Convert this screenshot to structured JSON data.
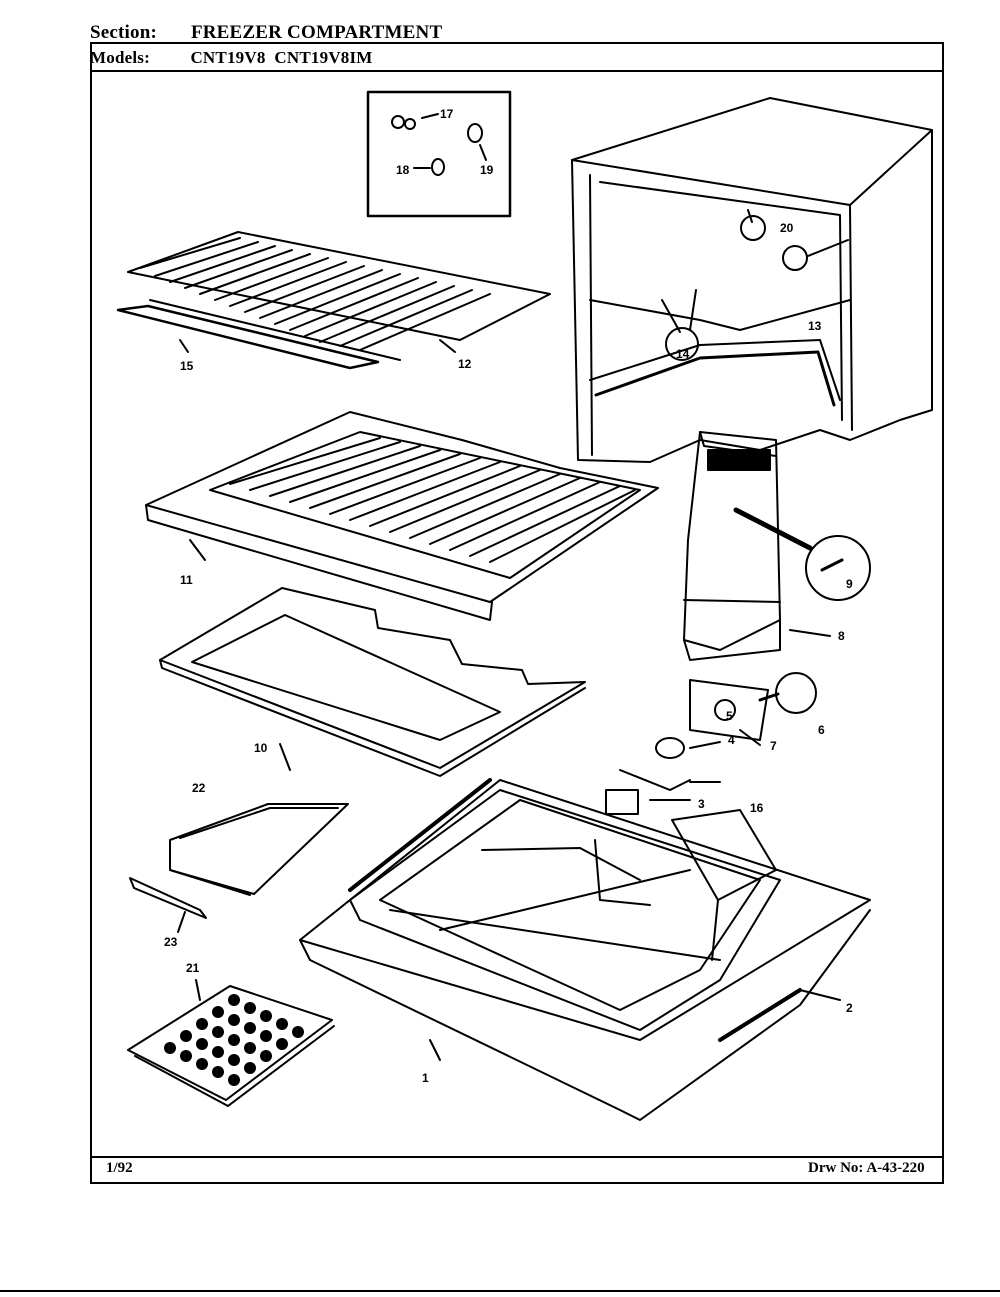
{
  "header": {
    "section_label": "Section:",
    "section_value": "FREEZER COMPARTMENT",
    "models_label": "Models:",
    "models_value": "CNT19V8  CNT19V8IM"
  },
  "footer": {
    "date": "1/92",
    "drawing_number": "Drw No: A-43-220"
  },
  "callouts": {
    "c1": "1",
    "c2": "2",
    "c3": "3",
    "c4": "4",
    "c5": "5",
    "c6": "6",
    "c7": "7",
    "c8": "8",
    "c9": "9",
    "c10": "10",
    "c11": "11",
    "c12": "12",
    "c13": "13",
    "c14": "14",
    "c15": "15",
    "c16": "16",
    "c17": "17",
    "c18": "18",
    "c19": "19",
    "c20": "20",
    "c21": "21",
    "c22": "22",
    "c23": "23"
  }
}
